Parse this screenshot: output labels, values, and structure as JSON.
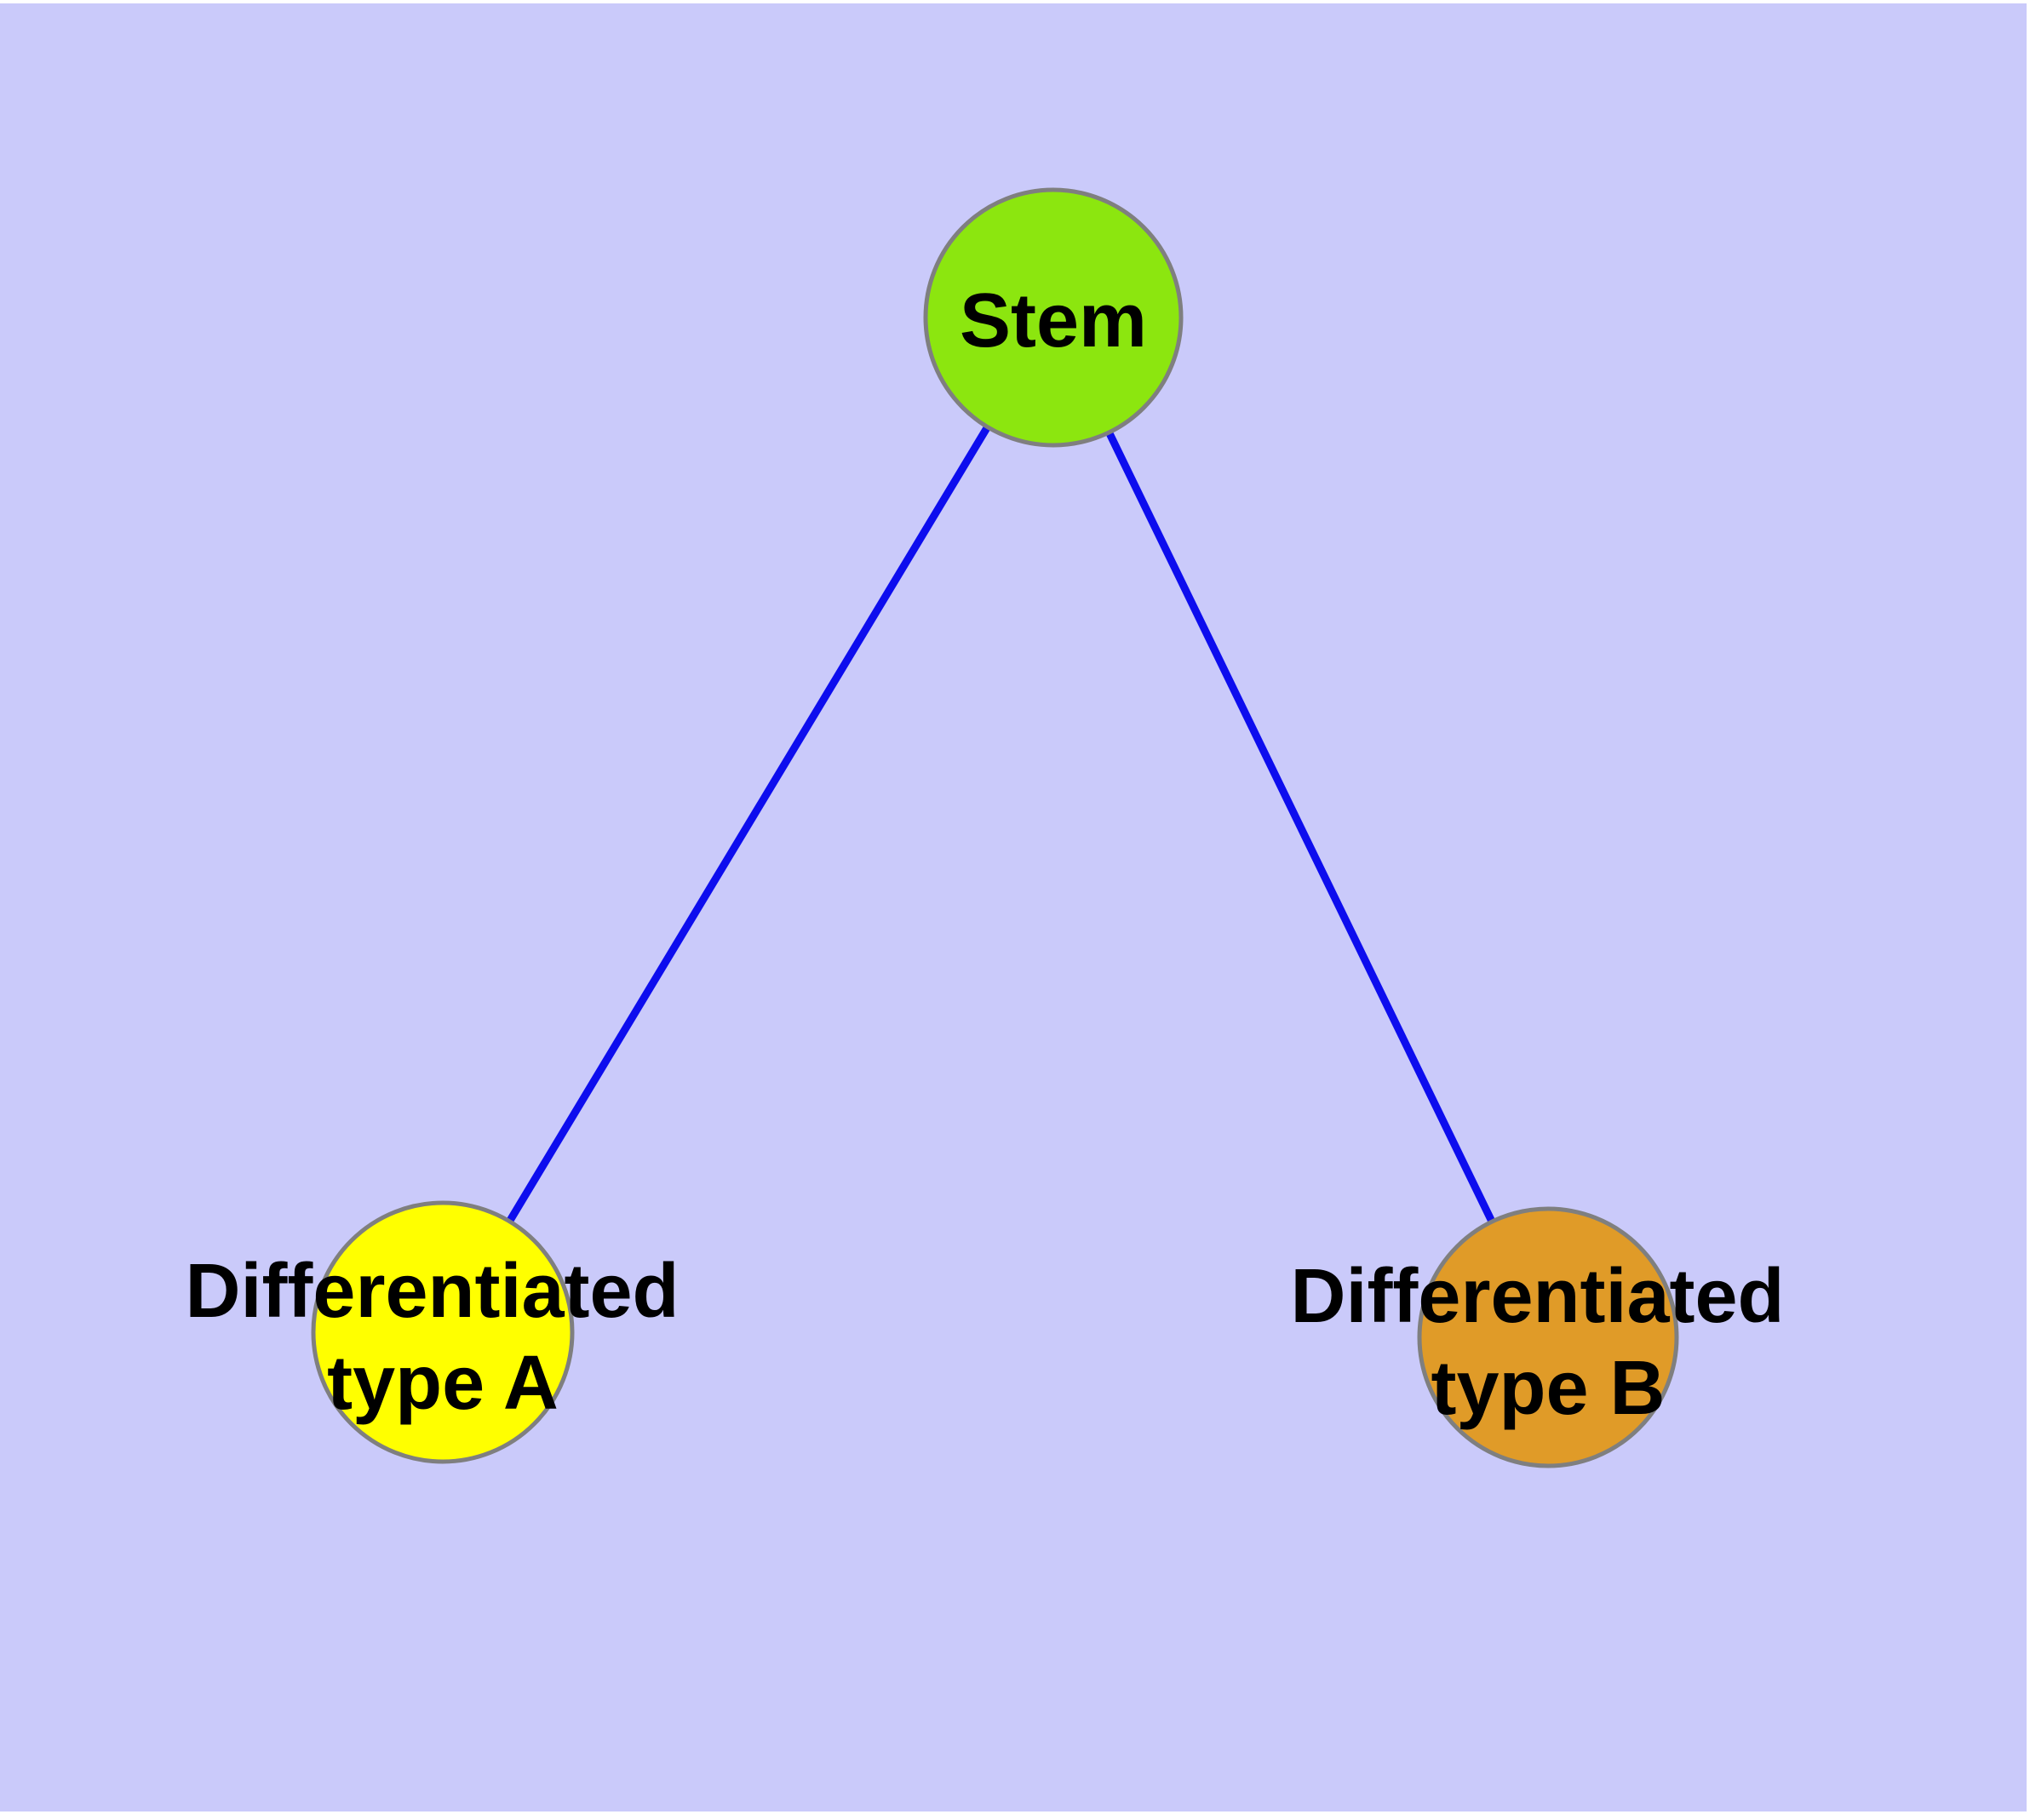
{
  "figure": {
    "background_color": "#cacafa",
    "node_border_color": "#7f7f7f",
    "edge_color": "#0d0dee",
    "label_color": "#000000",
    "nodes": [
      {
        "id": "stem",
        "label_lines": [
          "Stem"
        ],
        "color": "#8ce60f"
      },
      {
        "id": "differentiated-type-a",
        "label_lines": [
          "Differentiated",
          "type A"
        ],
        "color": "#ffff00"
      },
      {
        "id": "differentiated-type-b",
        "label_lines": [
          "Differentiated",
          "type B"
        ],
        "color": "#e09b28"
      }
    ],
    "edges": [
      {
        "from": "stem",
        "to": "differentiated-type-a"
      },
      {
        "from": "stem",
        "to": "differentiated-type-b"
      }
    ]
  }
}
